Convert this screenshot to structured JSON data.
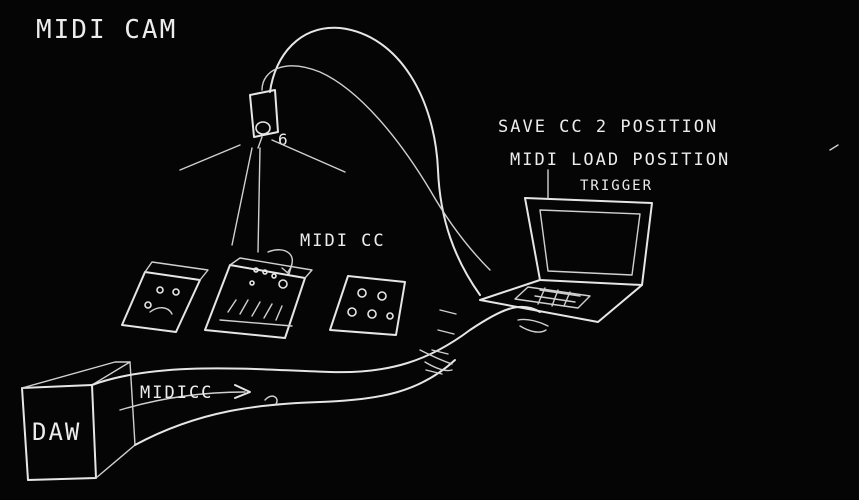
{
  "title": "MIDI CAM",
  "labels": {
    "camera_id": "6",
    "midi_cc_top": "MIDI CC",
    "save_note": "SAVE CC 2 POSITION",
    "load_note": "MIDI LOAD POSITION",
    "trigger_note": "TRIGGER",
    "daw": "DAW",
    "midi_cc_bottom": "MIDICC"
  },
  "colors": {
    "background": "#050505",
    "chalk": "#e6e6e6"
  }
}
